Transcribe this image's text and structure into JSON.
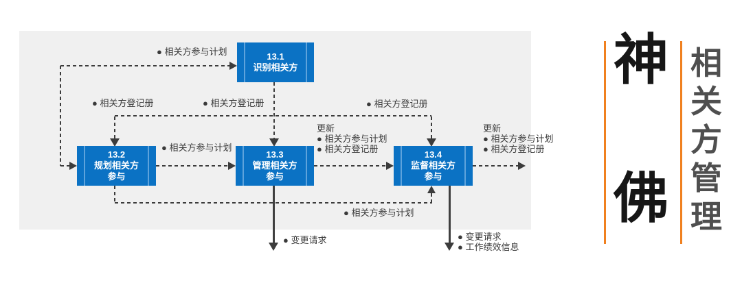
{
  "diagram": {
    "processes": [
      {
        "id": "13.1",
        "name": "识别相关方"
      },
      {
        "id": "13.2",
        "name": "规划相关方参与"
      },
      {
        "id": "13.3",
        "name": "管理相关方参与"
      },
      {
        "id": "13.4",
        "name": "监督相关方参与"
      }
    ],
    "labels": {
      "plan_to_identify": "● 相关方参与计划",
      "register_left": "● 相关方登记册",
      "register_mid": "● 相关方登记册",
      "register_right": "● 相关方登记册",
      "plan_between_32_33": "● 相关方参与计划",
      "update_mid": [
        "更新",
        "● 相关方参与计划",
        "● 相关方登记册"
      ],
      "update_right": [
        "更新",
        "● 相关方参与计划",
        "● 相关方登记册"
      ],
      "plan_bottom": "● 相关方参与计划",
      "change_request_33": "● 变更请求",
      "outputs_34": [
        "● 变更请求",
        "● 工作绩效信息"
      ]
    }
  },
  "side_panel": {
    "watermark_top": "神",
    "watermark_bottom": "佛",
    "chapter_title": "相关方管理"
  },
  "colors": {
    "process_box_blue": "#0b72c4",
    "box_divider_blue": "#5ea3dc",
    "panel_gray": "#f0f0f0",
    "line_dark": "#3c3c3c",
    "accent_orange": "#f0801f",
    "title_gray": "#4f4f4f"
  }
}
